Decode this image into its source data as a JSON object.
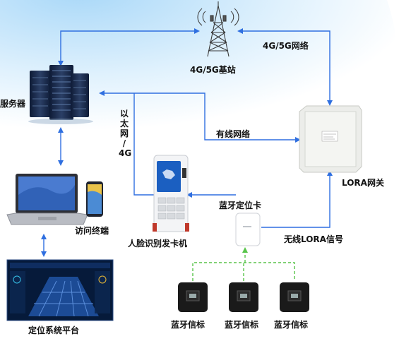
{
  "labels": {
    "server": "服务器",
    "tower": "4G/5G基站",
    "tower_link": "4G/5G网络",
    "wired": "有线网络",
    "vertical_link": [
      "以",
      "太",
      "网",
      "/",
      "4G"
    ],
    "lora_gateway": "LORA网关",
    "bt_card": "蓝牙定位卡",
    "lora_signal": "无线LORA信号",
    "face_machine": "人脸识别发卡机",
    "access_terminal": "访问终端",
    "platform": "定位系统平台",
    "beacon_1": "蓝牙信标",
    "beacon_2": "蓝牙信标",
    "beacon_3": "蓝牙信标"
  },
  "colors": {
    "arrow": "#2f6fe0",
    "dashed": "#58c44a",
    "bg_gradient": "#bfe3fb"
  }
}
